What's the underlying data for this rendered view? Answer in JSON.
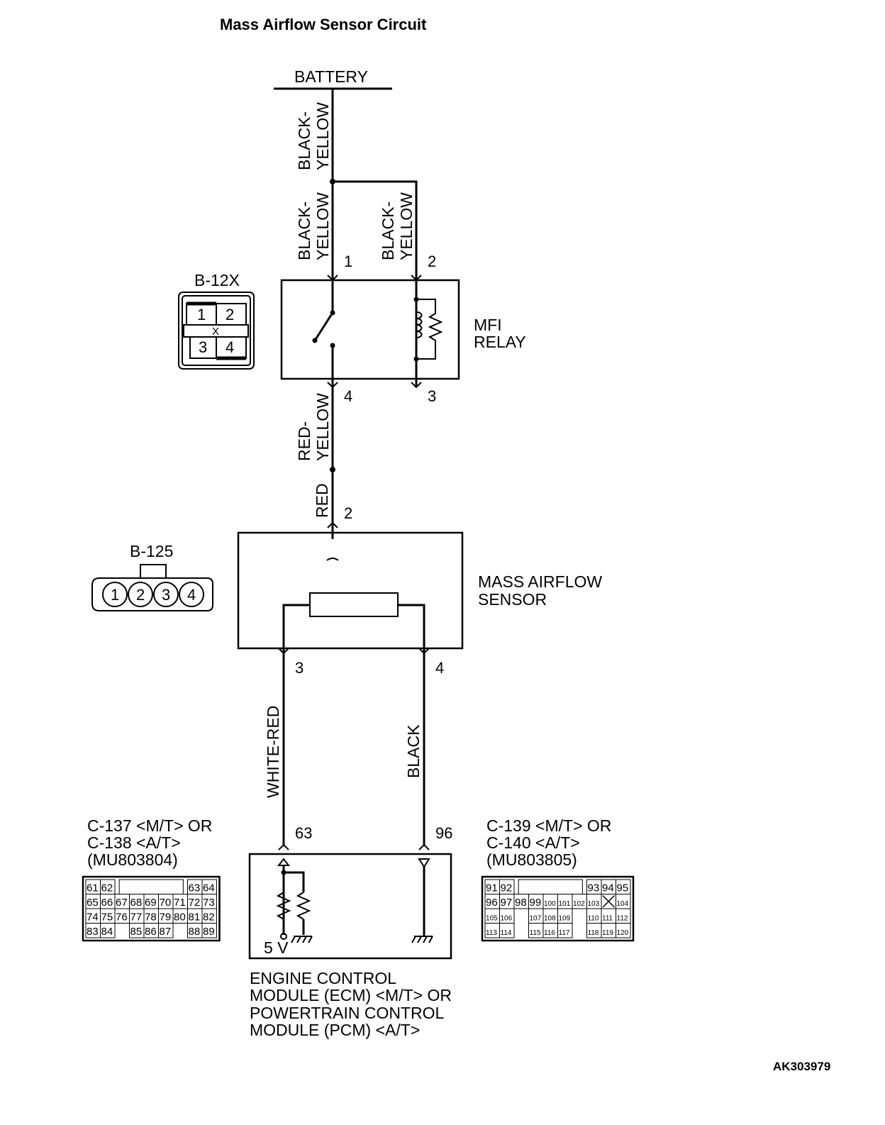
{
  "title": "Mass Airflow Sensor Circuit",
  "code": "AK303979",
  "battery": {
    "label": "BATTERY"
  },
  "wires": {
    "battery_feed": "BLACK-\nYELLOW",
    "relay_pin1": "BLACK-\nYELLOW",
    "relay_pin2": "BLACK-\nYELLOW",
    "relay_out": "RED-\nYELLOW",
    "sensor_in": "RED",
    "sensor_pin3": "WHITE-RED",
    "sensor_pin4": "BLACK"
  },
  "relay": {
    "label_line1": "MFI",
    "label_line2": "RELAY",
    "pins": [
      "1",
      "2",
      "4",
      "3"
    ]
  },
  "connector_b12x": {
    "name": "B-12X",
    "pins": [
      "1",
      "2",
      "3",
      "4"
    ],
    "mark": "X"
  },
  "sensor": {
    "label_line1": "MASS AIRFLOW",
    "label_line2": "SENSOR",
    "pins": [
      "2",
      "3",
      "4"
    ]
  },
  "connector_b125": {
    "name": "B-125",
    "pins": [
      "1",
      "2",
      "3",
      "4"
    ]
  },
  "ecm": {
    "pins": [
      "63",
      "96"
    ],
    "voltage": "5 V",
    "label_lines": [
      "ENGINE CONTROL",
      "MODULE (ECM) <M/T> OR",
      "POWERTRAIN CONTROL",
      "MODULE (PCM) <A/T>"
    ]
  },
  "connector_left": {
    "name_lines": [
      "C-137 <M/T> OR",
      "C-138 <A/T>",
      "(MU803804)"
    ],
    "rows": [
      [
        "61",
        "62",
        "",
        "",
        "",
        "",
        "",
        "63",
        "64"
      ],
      [
        "65",
        "66",
        "67",
        "68",
        "69",
        "70",
        "71",
        "72",
        "73"
      ],
      [
        "74",
        "75",
        "76",
        "77",
        "78",
        "79",
        "80",
        "81",
        "82"
      ],
      [
        "83",
        "84",
        "",
        "85",
        "86",
        "87",
        "",
        "88",
        "89"
      ]
    ]
  },
  "connector_right": {
    "name_lines": [
      "C-139 <M/T> OR",
      "C-140 <A/T>",
      "(MU803805)"
    ],
    "rows": [
      [
        "91",
        "92",
        "",
        "",
        "",
        "",
        "",
        "93",
        "94",
        "95"
      ],
      [
        "96",
        "97",
        "98",
        "99",
        "100",
        "101",
        "102",
        "103",
        "X",
        "104"
      ],
      [
        "105",
        "106",
        "",
        "107",
        "108",
        "109",
        "",
        "110",
        "111",
        "112"
      ],
      [
        "113",
        "114",
        "",
        "115",
        "116",
        "117",
        "",
        "118",
        "119",
        "120"
      ]
    ]
  }
}
